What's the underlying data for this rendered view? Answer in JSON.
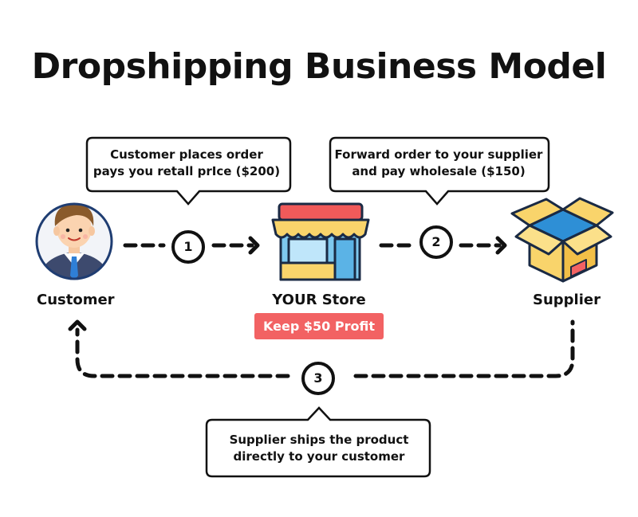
{
  "title": "Dropshipping Business Model",
  "steps": [
    {
      "number": "1",
      "line1": "Customer places order",
      "line2": "pays you retall prIce ($200)"
    },
    {
      "number": "2",
      "line1": "Forward order to your supplier",
      "line2": "and pay wholesale ($150)"
    },
    {
      "number": "3",
      "line1": "Supplier ships the product",
      "line2": "directly to your customer"
    }
  ],
  "nodes": {
    "customer": {
      "label": "Customer",
      "icon": "customer-avatar-icon"
    },
    "store": {
      "label": "YOUR Store",
      "icon": "storefront-icon"
    },
    "supplier": {
      "label": "Supplier",
      "icon": "open-box-icon"
    }
  },
  "profit_badge": "Keep $50 Profit",
  "colors": {
    "profit_badge": "#f26263",
    "store_awning": "#f15a5a",
    "store_body": "#7ec8ee",
    "box": "#f9d46b",
    "box_inner": "#2e8fd6",
    "line": "#111111"
  }
}
